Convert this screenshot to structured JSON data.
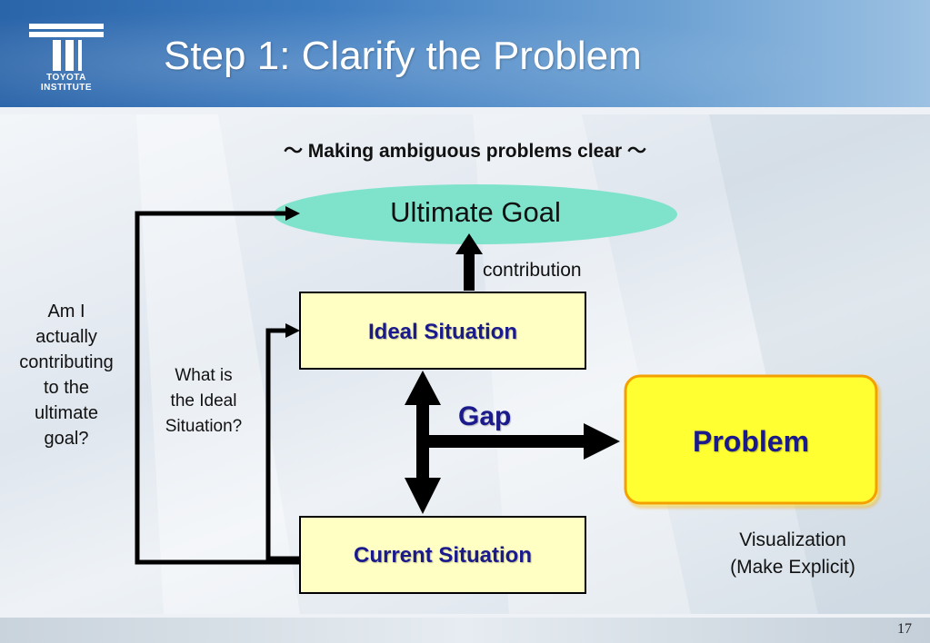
{
  "header": {
    "title": "Step 1: Clarify the Problem",
    "logo_line1": "TOYOTA",
    "logo_line2": "INSTITUTE"
  },
  "subtitle": "～ Making ambiguous problems clear ～",
  "diagram": {
    "ultimate_goal": "Ultimate Goal",
    "contribution": "contribution",
    "ideal_situation": "Ideal Situation",
    "current_situation": "Current Situation",
    "gap": "Gap",
    "problem": "Problem",
    "left_question": [
      "Am I",
      "actually",
      "contributing",
      "to the",
      "ultimate",
      "goal?"
    ],
    "mid_question": [
      "What is",
      "the Ideal",
      "Situation?"
    ],
    "visualization": [
      "Visualization",
      "(Make Explicit)"
    ]
  },
  "footer": {
    "page_number": "17"
  },
  "colors": {
    "goal_fill": "#7fe3cc",
    "box_fill": "#ffffc4",
    "problem_fill": "#ffff33",
    "problem_border": "#f4a000",
    "text_blue": "#1a1a8c",
    "header_blue": "#2a64a9"
  },
  "icons": {
    "logo": "toyota-institute-logo-icon"
  }
}
